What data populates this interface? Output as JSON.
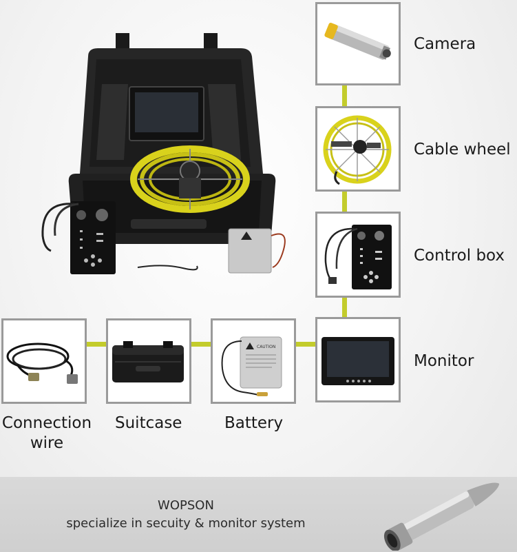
{
  "components": {
    "camera": "Camera",
    "cable_wheel": "Cable wheel",
    "control_box": "Control box",
    "monitor": "Monitor",
    "connection_wire_line1": "Connection",
    "connection_wire_line2": "wire",
    "suitcase": "Suitcase",
    "battery": "Battery"
  },
  "footer": {
    "brand": "WOPSON",
    "tagline": "specialize in secuity & monitor system"
  },
  "battery_caution": "CAUTION",
  "colors": {
    "connector": "#c3cc2c",
    "frame_border": "#9a9a9a",
    "cable": "#d9d21c",
    "footer_bg": "#d4d4d4"
  }
}
